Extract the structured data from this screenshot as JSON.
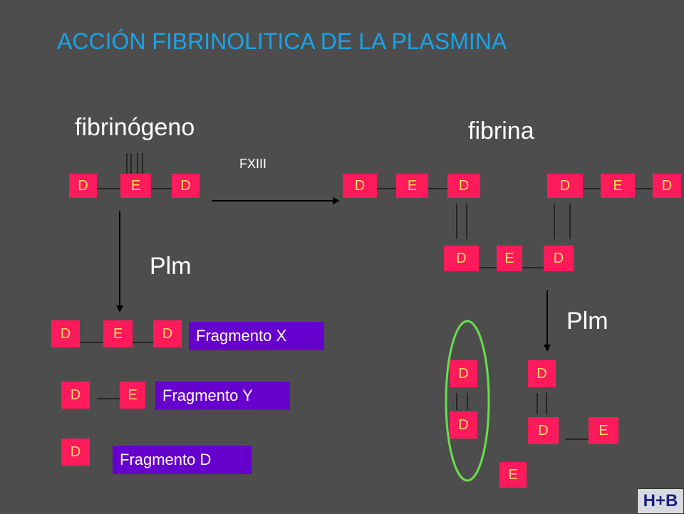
{
  "title": "ACCIÓN FIBRINOLITICA DE LA PLASMINA",
  "labels": {
    "fibrinogeno": "fibrinógeno",
    "fibrina": "fibrina",
    "fxiii": "FXIII",
    "plm": "Plm"
  },
  "fragments": {
    "x": "Fragmento X",
    "y": "Fragmento Y",
    "d": "Fragmento D"
  },
  "domains": {
    "d": "D",
    "e": "E"
  },
  "colors": {
    "background": "#4d4d4d",
    "title": "#1aa3e8",
    "domain_box": "#ff1a5c",
    "domain_text": "#ffe066",
    "fragment_box": "#6600cc",
    "highlight": "#66e04c"
  },
  "logo": "H+B"
}
